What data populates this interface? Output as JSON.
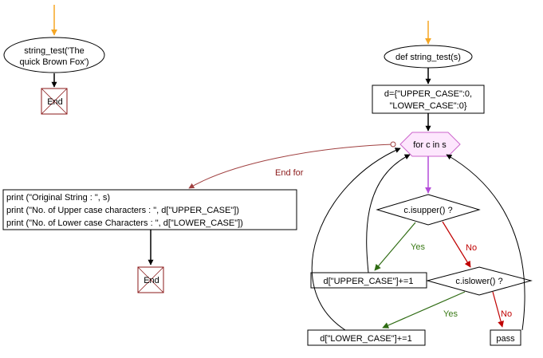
{
  "colors": {
    "start_arrow": "#f5a623",
    "box_border": "#000000",
    "end_border": "#8b1a1a",
    "loop_fill": "#fde7fd",
    "loop_border": "#cc66cc",
    "loop_out_arrow": "#b44bd8",
    "yes_arrow": "#2e6b12",
    "no_arrow": "#c00000",
    "endfor_line": "#a04040"
  },
  "left_flow": {
    "call_line1": "string_test('The",
    "call_line2": "quick Brown Fox')",
    "end_top": "End",
    "print_lines": [
      "print (\"Original String : \", s)",
      "print (\"No. of Upper case characters : \", d[\"UPPER_CASE\"])",
      "print (\"No. of Lower case Characters : \", d[\"LOWER_CASE\"])"
    ],
    "end_bottom": "End"
  },
  "right_flow": {
    "def_label": "def string_test(s)",
    "init_line1": "d={\"UPPER_CASE\":0,",
    "init_line2": "\"LOWER_CASE\":0}",
    "loop_label": "for c in s",
    "end_for_label": "End for",
    "isupper_label": "c.isupper() ?",
    "islower_label": "c.islower() ?",
    "yes_label_1": "Yes",
    "no_label_1": "No",
    "yes_label_2": "Yes",
    "no_label_2": "No",
    "upper_inc": "d[\"UPPER_CASE\"]+=1",
    "lower_inc": "d[\"LOWER_CASE\"]+=1",
    "pass_label": "pass"
  }
}
